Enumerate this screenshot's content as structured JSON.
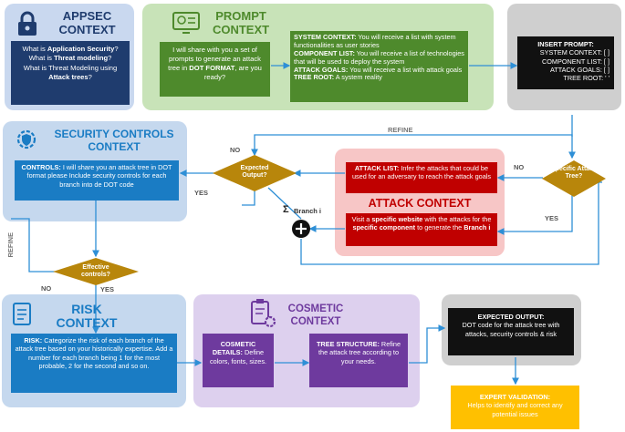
{
  "appsec": {
    "title_line1": "APPSEC",
    "title_line2": "CONTEXT",
    "q1_pre": "What is ",
    "q1_bold": "Application Security",
    "q1_post": "?",
    "q2_pre": "What is ",
    "q2_bold": "Threat modeling",
    "q2_post": "?",
    "q3": "What is Threat Modeling using",
    "q3_bold": "Attack trees",
    "q3_post": "?"
  },
  "prompt": {
    "title_line1": "PROMPT",
    "title_line2": "CONTEXT",
    "intro_pre": "I will share with you a set of prompts to generate an attack tree in ",
    "intro_bold": "DOT FORMAT",
    "intro_post": ", are you ready?",
    "system_label": "SYSTEM CONTEXT:",
    "system_text": " You will receive a list with system functionalities as user stories",
    "component_label": "COMPONENT LIST:",
    "component_text": " You will receive a list of technologies that will be used to deploy the system",
    "goals_label": "ATTACK GOALS:",
    "goals_text": " You will receive a list with attack goals",
    "root_label": "TREE ROOT:",
    "root_text": " A system reality"
  },
  "insert": {
    "title": "INSERT PROMPT:",
    "line1": "SYSTEM CONTEXT: [ ]",
    "line2": "COMPONENT LIST: [ ]",
    "line3": "ATTACK GOALS: [ ]",
    "line4": "TREE ROOT: ' '"
  },
  "security": {
    "title_line1": "SECURITY CONTROLS",
    "title_line2": "CONTEXT",
    "label": "CONTROLS:",
    "text": " I will share you an attack tree in DOT format please Include security controls for each branch into de DOT code"
  },
  "attack": {
    "title": "ATTACK CONTEXT",
    "list_label": "ATTACK LIST:",
    "list_text": " Infer the attacks that could be used for an adversary to reach the attack goals",
    "visit_pre": "Visit a ",
    "visit_bold1": "specific website",
    "visit_mid": " with the attacks for the ",
    "visit_bold2": "specific component",
    "visit_mid2": " to generate the ",
    "visit_bold3": "Branch i"
  },
  "diamonds": {
    "expected": "Expected Output?",
    "specific": "Specific Attack Tree?",
    "effective": "Effective controls?"
  },
  "labels": {
    "refine_top": "REFINE",
    "no_left": "NO",
    "no_right": "NO",
    "yes_left": "YES",
    "yes_right": "YES",
    "refine_side": "REFINE",
    "no_bottom": "NO",
    "yes_bottom": "YES",
    "sigma": "Σ",
    "branch": "Branch i"
  },
  "risk": {
    "title_line1": "RISK",
    "title_line2": "CONTEXT",
    "label": "RISK:",
    "text": " Categorize the risk of each branch of the attack tree based on your historically expertise.  Add a number for each branch being 1 for the most probable, 2 for the second and so on."
  },
  "cosmetic": {
    "title_line1": "COSMETIC",
    "title_line2": "CONTEXT",
    "details_label": "COSMETIC DETAILS:",
    "details_text": " Define colors, fonts, sizes.",
    "structure_label": "TREE STRUCTURE:",
    "structure_text": " Refine the attack tree according to your needs."
  },
  "expected": {
    "title": "EXPECTED OUTPUT:",
    "text": "DOT code for the attack tree with attacks, security controls & risk"
  },
  "expert": {
    "title": "EXPERT VALIDATION:",
    "text": "Helps to identify and correct any potential issues"
  },
  "colors": {
    "appsec_panel": "#c9d8ef",
    "prompt_panel": "#c8e3b8",
    "security_panel": "#c5d8ee",
    "attack_panel": "#f7c6c6",
    "risk_panel": "#c5d8ee",
    "cosmetic_panel": "#ddd0ee",
    "grey_panel": "#cfcfcf",
    "navy": "#1f3c6e",
    "green": "#4e8a2c",
    "blue": "#1a7cc4",
    "red": "#c00000",
    "purple": "#6e3a9e",
    "gold": "#b8860b",
    "yellow": "#ffc000",
    "black": "#111111"
  }
}
